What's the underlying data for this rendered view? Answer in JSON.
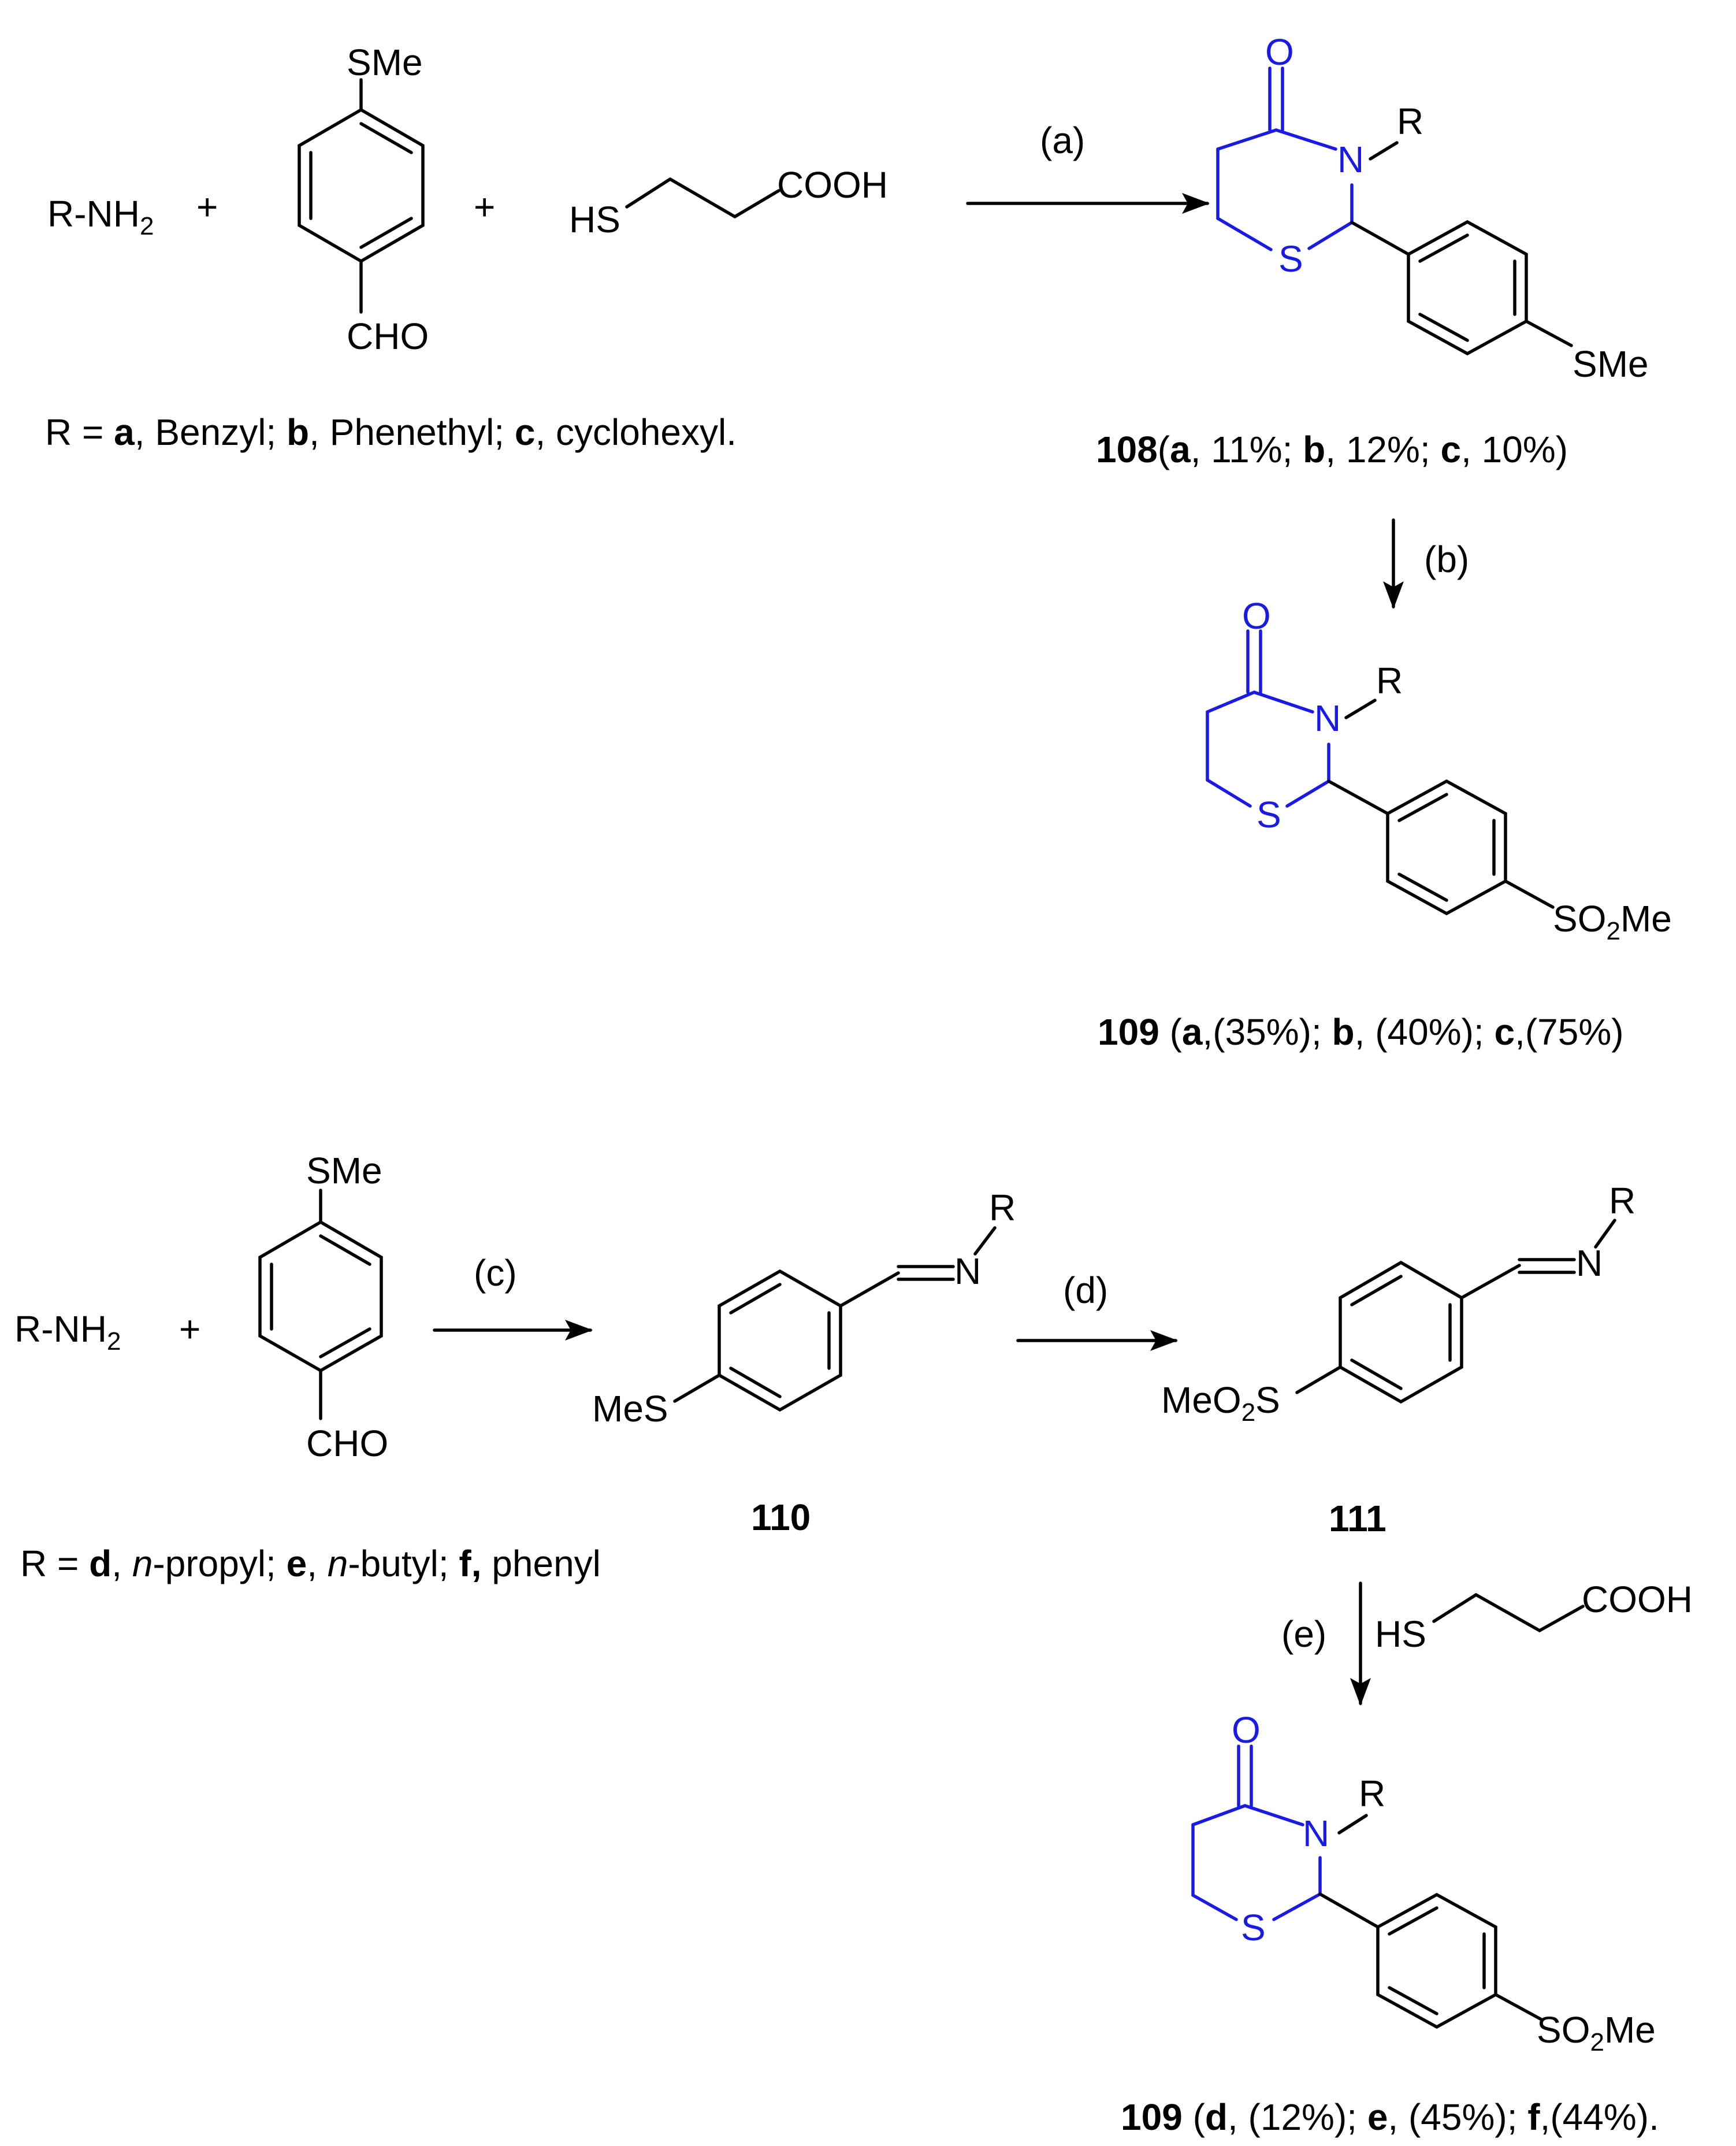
{
  "labels": {
    "r_nh2": "R-NH",
    "nh2_sub": "2",
    "plus": "+",
    "sme": "SMe",
    "cho": "CHO",
    "hs": "HS",
    "cooh": "COOH",
    "o": "O",
    "n": "N",
    "s": "S",
    "r": "R",
    "so2me_a": "SO",
    "so2me_sub": "2",
    "so2me_b": "Me",
    "mes": "MeS",
    "meo2s_a": "MeO",
    "meo2s_sub": "2",
    "meo2s_b": "S"
  },
  "conditions": {
    "a": "(a)",
    "b": "(b)",
    "c": "(c)",
    "d": "(d)",
    "e": "(e)"
  },
  "r_def_1": {
    "prefix": "R = ",
    "k1": "a",
    "t1": ", Benzyl; ",
    "k2": "b",
    "t2": ", Phenethyl; ",
    "k3": "c",
    "t3": ", cyclohexyl."
  },
  "r_def_2": {
    "prefix": "R = ",
    "k1": "d",
    "t1a": ", ",
    "i1": "n",
    "t1b": "-propyl; ",
    "k2": "e",
    "t2a": ", ",
    "i2": "n",
    "t2b": "-butyl; ",
    "k3": "f,",
    "t3": " phenyl"
  },
  "cap_108": {
    "num": "108",
    "t0": "(",
    "k1": "a",
    "t1": ", 11%; ",
    "k2": "b",
    "t2": ", 12%; ",
    "k3": "c",
    "t3": ", 10%)"
  },
  "cap_109_top": {
    "num": "109",
    "t0": " (",
    "k1": "a",
    "t1": ",(35%); ",
    "k2": "b",
    "t2": ", (40%); ",
    "k3": "c",
    "t3": ",(75%)"
  },
  "cap_110": {
    "num": "110"
  },
  "cap_111": {
    "num": "111"
  },
  "cap_109_bottom": {
    "num": "109",
    "t0": " (",
    "k1": "d",
    "t1": ", (12%); ",
    "k2": "e",
    "t2": ", (45%); ",
    "k3": "f",
    "t3": ",(44%)."
  }
}
